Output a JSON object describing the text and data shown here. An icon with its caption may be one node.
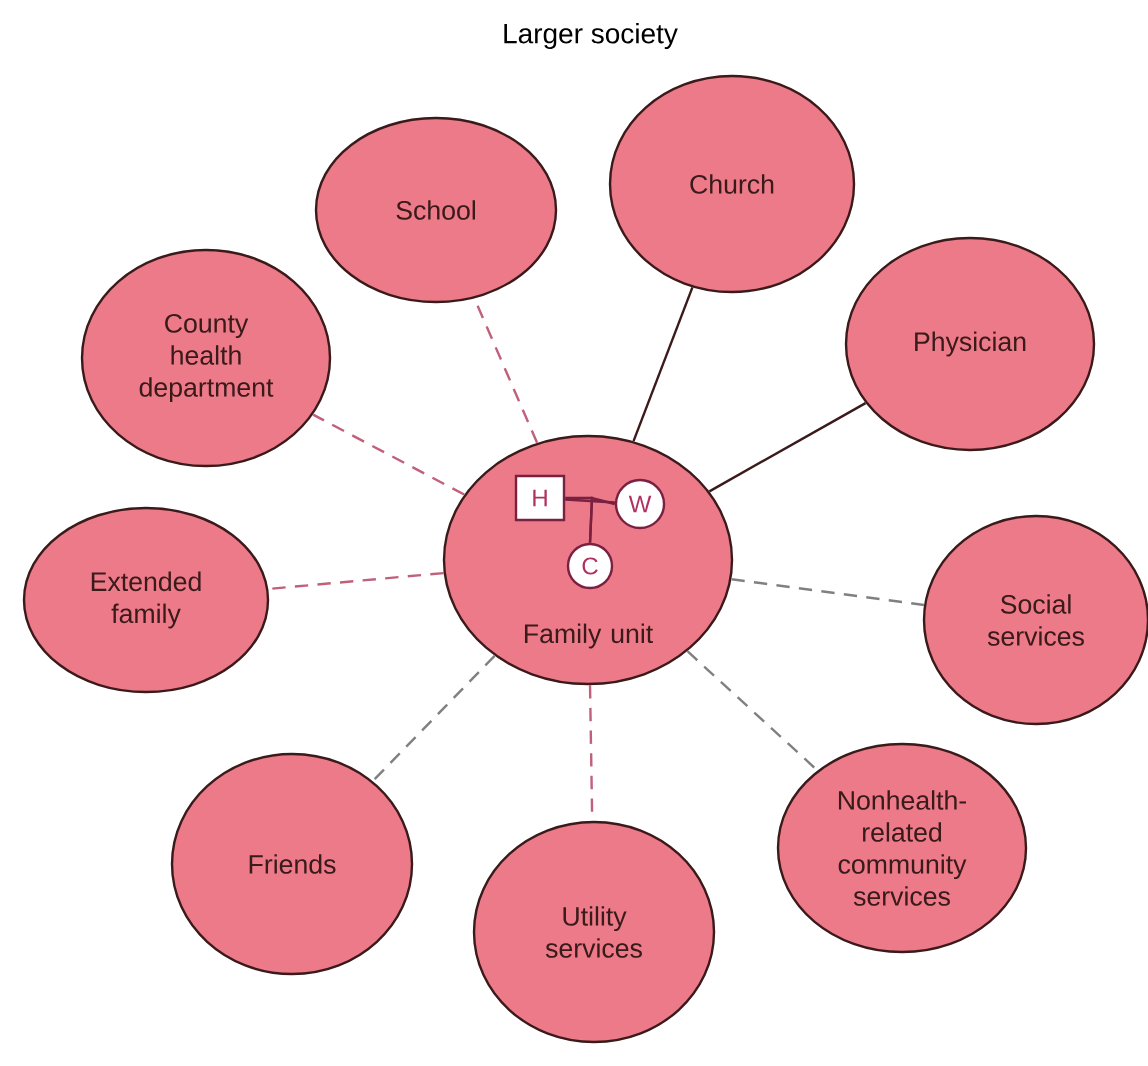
{
  "diagram": {
    "title": "Larger society",
    "nodes": [
      {
        "text": [
          "School"
        ]
      },
      {
        "text": [
          "Church"
        ]
      },
      {
        "text": [
          "County health department"
        ]
      },
      {
        "text": [
          "Physician"
        ]
      },
      {
        "text": [
          "Family unit"
        ]
      },
      {
        "text": [
          "H"
        ],
        "in": 4
      },
      {
        "text": [
          "W"
        ],
        "in": 4
      },
      {
        "text": [
          "C"
        ],
        "in": 4
      },
      {
        "text": [
          "Extended family"
        ]
      },
      {
        "text": [
          "Social services"
        ]
      },
      {
        "text": [
          "Friends"
        ]
      },
      {
        "text": [
          "Nonhealth-related community services"
        ]
      },
      {
        "text": [
          "Utility services"
        ]
      }
    ],
    "edges": [
      {
        "from": 4,
        "to": 0,
        "arrow": "none",
        "style": "dashed",
        "color": "#c0607a"
      },
      {
        "from": 4,
        "to": 1,
        "arrow": "none",
        "color": "#3a1a1a"
      },
      {
        "from": 4,
        "to": 2,
        "arrow": "none",
        "style": "dashed",
        "color": "#c0607a"
      },
      {
        "from": 4,
        "to": 3,
        "arrow": "none",
        "color": "#3a1a1a"
      },
      {
        "from": 4,
        "to": 8,
        "arrow": "none",
        "style": "dashed",
        "color": "#c0607a"
      },
      {
        "from": 4,
        "to": 9,
        "arrow": "none",
        "style": "dashed",
        "color": "#808080"
      },
      {
        "from": 4,
        "to": 10,
        "arrow": "none",
        "style": "dashed",
        "color": "#808080"
      },
      {
        "from": 4,
        "to": 11,
        "arrow": "none",
        "style": "dashed",
        "color": "#808080"
      },
      {
        "from": 4,
        "to": 12,
        "arrow": "none",
        "style": "dashed",
        "color": "#c0607a"
      },
      {
        "from": 5,
        "to": 6,
        "arrow": "none",
        "color": "#7a2040"
      },
      {
        "from": 5,
        "to": 7,
        "arrow": "none",
        "color": "#7a2040"
      },
      {
        "from": 6,
        "to": 7,
        "arrow": "none",
        "color": "#7a2040"
      }
    ]
  }
}
